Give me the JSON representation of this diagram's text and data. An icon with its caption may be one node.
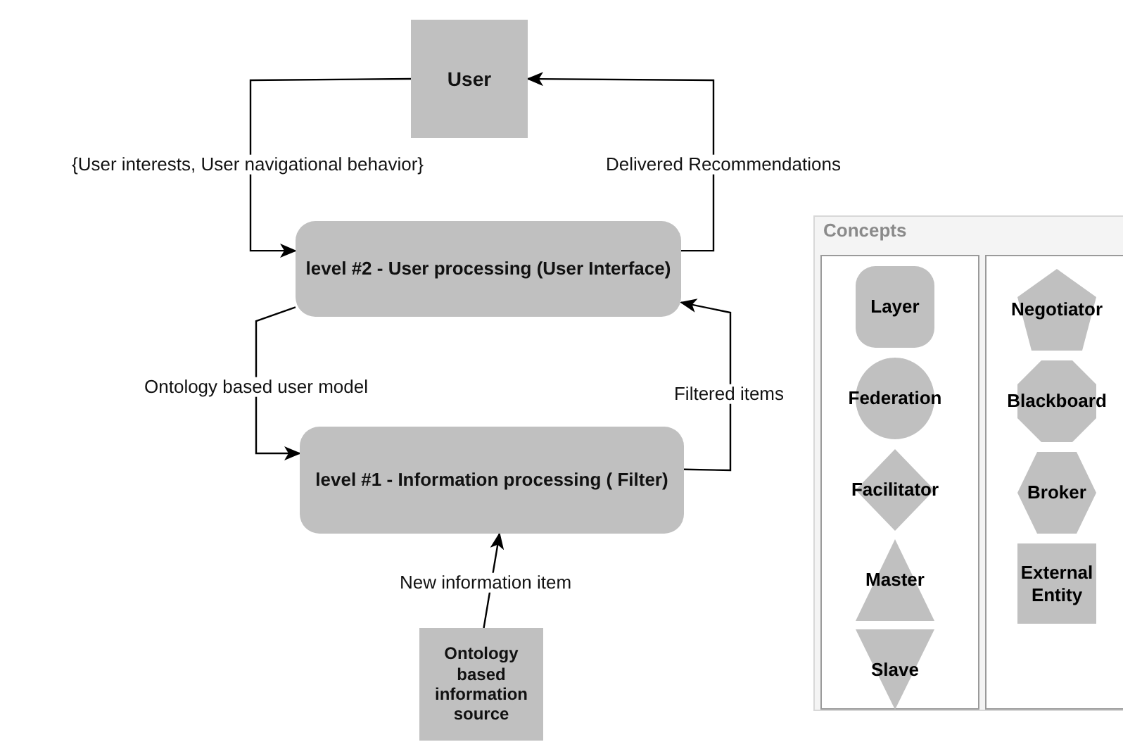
{
  "diagram": {
    "nodes": [
      {
        "text": [
          "User"
        ]
      },
      {
        "text": [
          "level #2 - User processing (User  Interface)"
        ]
      },
      {
        "text": [
          "level #1 - Information processing ( Filter)"
        ]
      },
      {
        "text": [
          "Ontology based information source"
        ]
      },
      {
        "text": [
          "Concepts"
        ]
      },
      {
        "text": [
          "Layer"
        ],
        "in": 4
      },
      {
        "text": [
          "Federation"
        ],
        "in": 4
      },
      {
        "text": [
          "Facilitator"
        ],
        "in": 4
      },
      {
        "text": [
          "Master"
        ],
        "in": 4
      },
      {
        "text": [
          "Slave"
        ],
        "in": 4
      },
      {
        "text": [
          "Negotiator"
        ],
        "in": 4
      },
      {
        "text": [
          "Blackboard"
        ],
        "in": 4
      },
      {
        "text": [
          "Broker"
        ],
        "in": 4
      },
      {
        "text": [
          "External Entity"
        ],
        "in": 4
      }
    ],
    "edges": [
      {
        "from": 0,
        "to": 1,
        "arrow": "to",
        "label": "{User interests, User navigational behavior}"
      },
      {
        "from": 1,
        "to": 0,
        "arrow": "to",
        "label": "Delivered Recommendations"
      },
      {
        "from": 1,
        "to": 2,
        "arrow": "to",
        "label": "Ontology based user model"
      },
      {
        "from": 2,
        "to": 1,
        "arrow": "to",
        "label": "Filtered items"
      },
      {
        "from": 3,
        "to": 2,
        "arrow": "to",
        "label": "New information item"
      }
    ]
  }
}
